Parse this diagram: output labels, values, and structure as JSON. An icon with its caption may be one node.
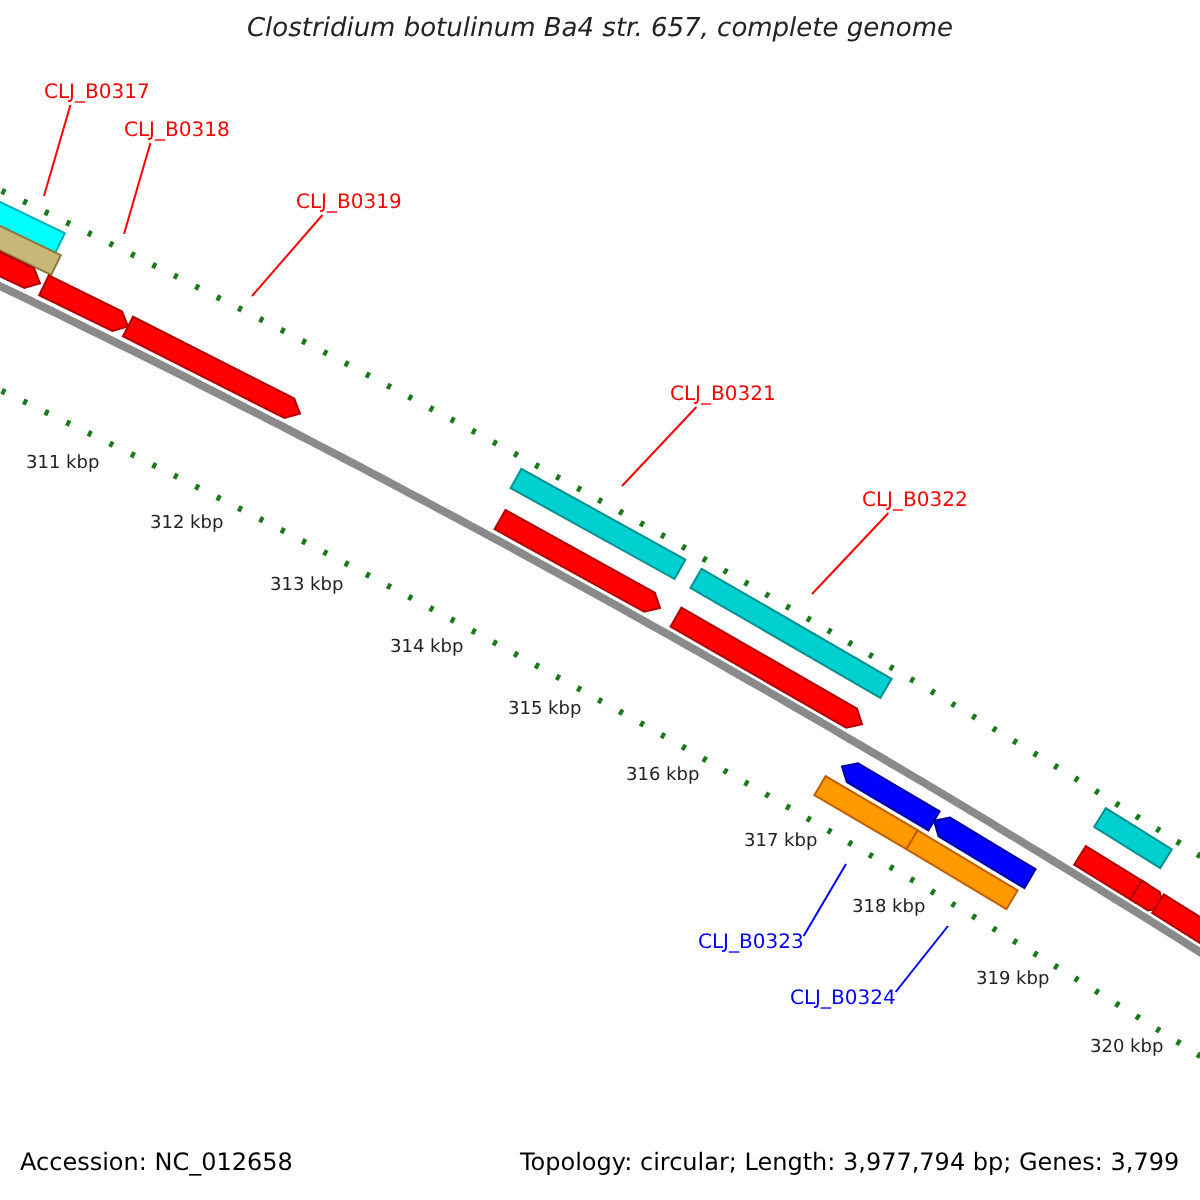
{
  "diagram": {
    "title": "Clostridium botulinum Ba4 str. 657, complete genome",
    "nodes": [
      {
        "text": [
          "CLJ_B0317"
        ]
      },
      {
        "text": [
          "CLJ_B0318"
        ]
      },
      {
        "text": [
          "CLJ_B0319"
        ]
      },
      {
        "text": [
          "CLJ_B0321"
        ]
      },
      {
        "text": [
          "CLJ_B0322"
        ]
      },
      {
        "text": [
          "CLJ_B0323"
        ]
      },
      {
        "text": [
          "CLJ_B0324"
        ]
      }
    ],
    "edges": [
      {
        "from": 0,
        "to": null,
        "arrow": "none"
      },
      {
        "from": 1,
        "to": null,
        "arrow": "none"
      },
      {
        "from": 2,
        "to": null,
        "arrow": "none"
      },
      {
        "from": 3,
        "to": null,
        "arrow": "none"
      },
      {
        "from": 4,
        "to": null,
        "arrow": "none"
      },
      {
        "from": 5,
        "to": null,
        "arrow": "none",
        "color": "#0000ff"
      },
      {
        "from": 6,
        "to": null,
        "arrow": "none",
        "color": "#0000ff"
      }
    ],
    "labels": [
      "311 kbp",
      "312 kbp",
      "313 kbp",
      "314 kbp",
      "315 kbp",
      "316 kbp",
      "317 kbp",
      "318 kbp",
      "319 kbp",
      "320 kbp",
      "Accession: NC_012658",
      "Topology: circular; Length: 3,977,794 bp; Genes: 3,799"
    ]
  }
}
